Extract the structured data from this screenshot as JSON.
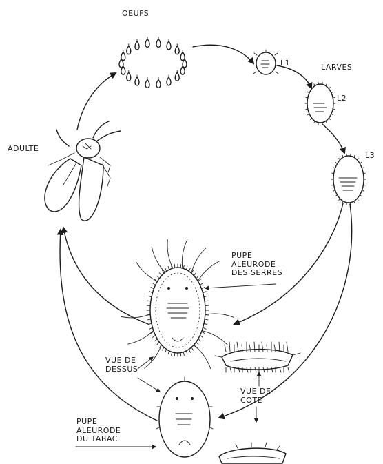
{
  "labels": {
    "eggs": "OEUFS",
    "l1": "L1",
    "larvae": "LARVES",
    "l2": "L2",
    "l3": "L3",
    "adult": "ADULTE",
    "greenhouse_pupa_line1": "PUPE",
    "greenhouse_pupa_line2": "ALEURODE",
    "greenhouse_pupa_line3": "DES SERRES",
    "top_view_line1": "VUE DE",
    "top_view_line2": "DESSUS",
    "side_view_line1": "VUE DE",
    "side_view_line2": "COTE",
    "tobacco_pupa_line1": "PUPE",
    "tobacco_pupa_line2": "ALEURODE",
    "tobacco_pupa_line3": "DU TABAC"
  },
  "colors": {
    "ink": "#1c1c1c",
    "background": "#ffffff"
  }
}
